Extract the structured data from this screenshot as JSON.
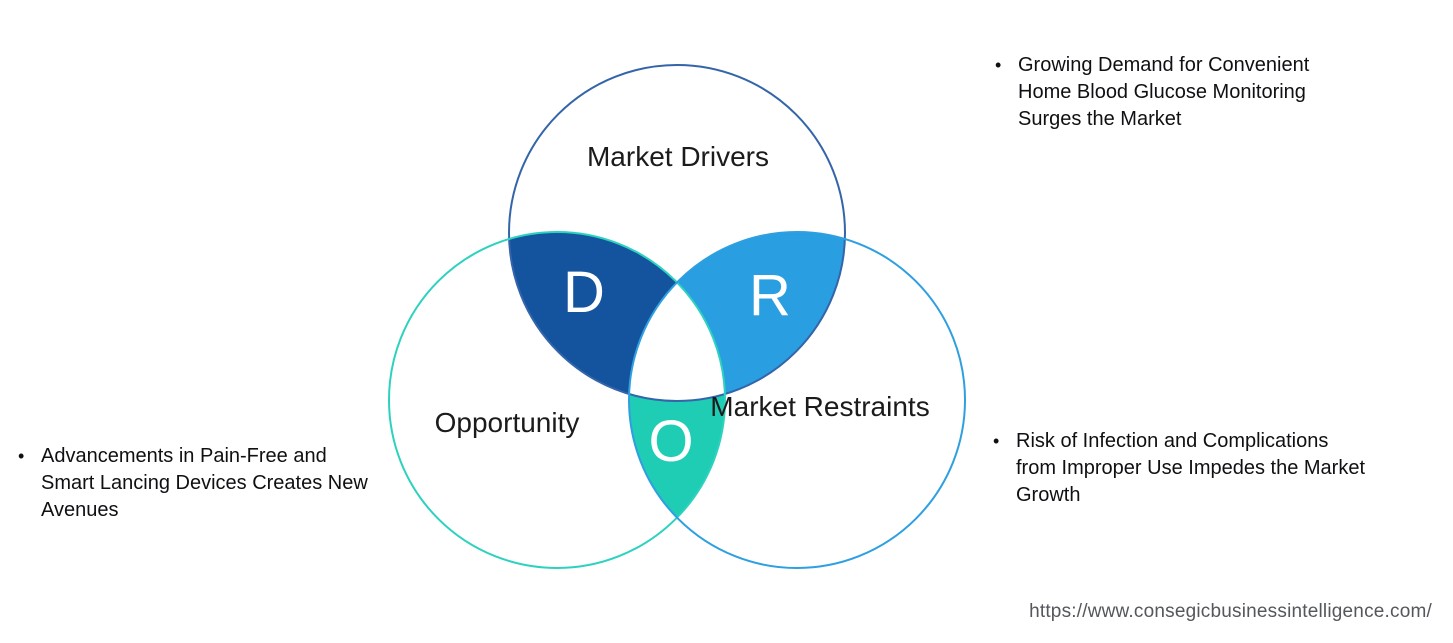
{
  "page": {
    "background": "#ffffff"
  },
  "venn": {
    "letter_color": "#ffffff",
    "drivers": {
      "label": "Market Drivers",
      "letter": "D",
      "circle_color": "#3464aa",
      "overlap_color": "#14549e"
    },
    "opportunity": {
      "label": "Opportunity",
      "letter": "O",
      "circle_color": "#2dd2bf",
      "overlap_color": "#1fcdb4"
    },
    "restraints": {
      "label": "Market Restraints",
      "letter": "R",
      "circle_color": "#2e9fe0",
      "overlap_color": "#299ee0"
    }
  },
  "bullets": {
    "driver": "Growing Demand for Convenient Home Blood Glucose Monitoring Surges the Market",
    "opportunity": "Advancements in Pain-Free and Smart Lancing Devices Creates New Avenues",
    "restraint": "Risk of Infection and Complications from Improper Use Impedes the Market Growth"
  },
  "footer": {
    "url": "https://www.consegicbusinessintelligence.com/"
  }
}
